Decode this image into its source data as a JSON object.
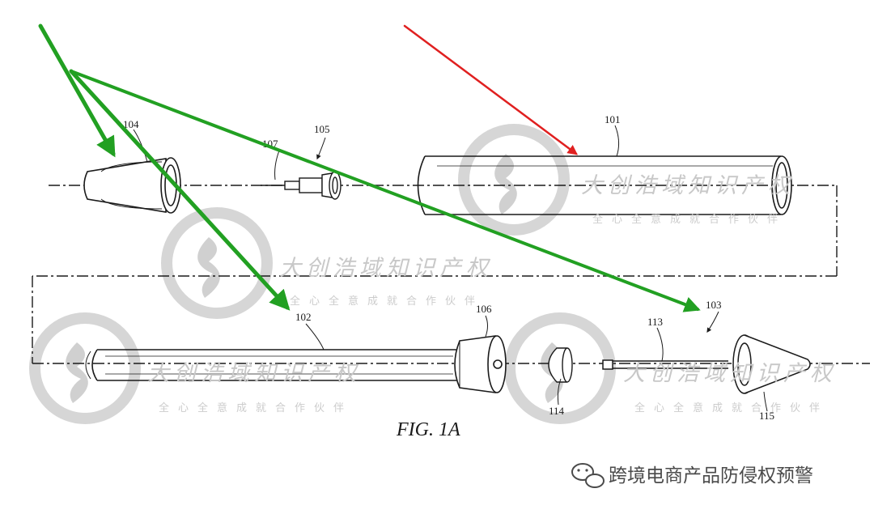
{
  "figure": {
    "caption": "FIG. 1A",
    "labels": {
      "l101": "101",
      "l102": "102",
      "l103": "103",
      "l104": "104",
      "l105": "105",
      "l106": "106",
      "l107": "107",
      "l113": "113",
      "l114": "114",
      "l115": "115"
    }
  },
  "watermark": {
    "main": "大创浩域知识产权",
    "sub": "全心全意成就合作伙伴"
  },
  "credit": {
    "text": "跨境电商产品防侵权预警",
    "icon": "wechat-icon"
  },
  "colors": {
    "arrow_green": "#22a022",
    "arrow_red": "#e02020",
    "line": "#1a1a1a",
    "watermark": "#c8c8c8"
  }
}
